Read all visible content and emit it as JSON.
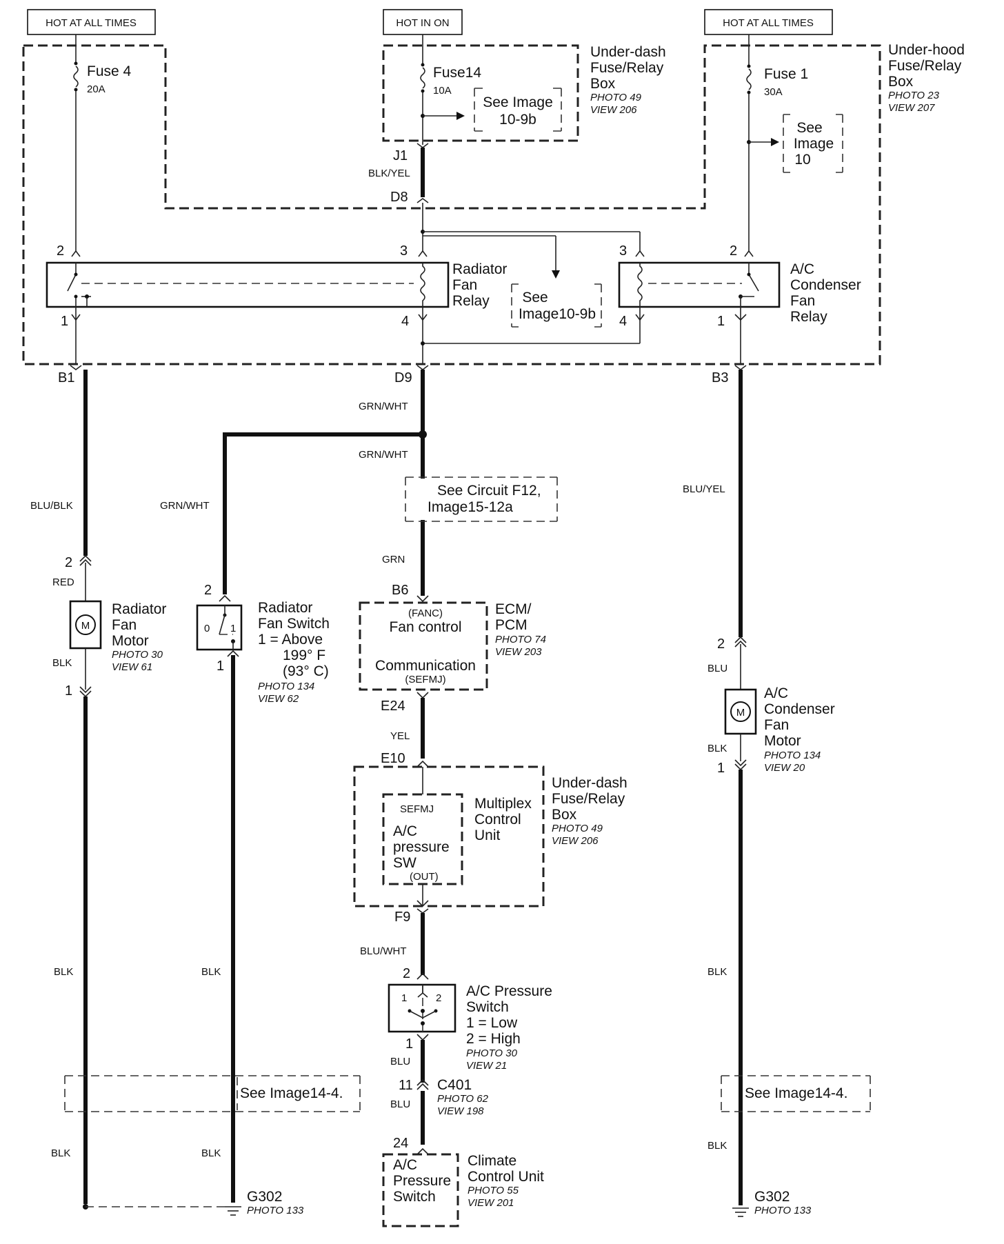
{
  "labels": {
    "hot_left": "HOT AT ALL TIMES",
    "hot_mid": "HOT IN ON",
    "hot_right": "HOT AT ALL TIMES"
  },
  "fuses": {
    "f4_name": "Fuse 4",
    "f4_amp": "20A",
    "f14_name": "Fuse14",
    "f14_amp": "10A",
    "f1_name": "Fuse 1",
    "f1_amp": "30A"
  },
  "boxes": {
    "underdash": [
      "Under-dash",
      "Fuse/Relay",
      "Box"
    ],
    "underdash_photo": "PHOTO 49",
    "underdash_view": "VIEW 206",
    "underhood": [
      "Under-hood",
      "Fuse/Relay",
      "Box"
    ],
    "underhood_photo": "PHOTO 23",
    "underhood_view": "VIEW 207"
  },
  "refs": {
    "see_10_9b_a": [
      "See Image",
      "10-9b"
    ],
    "see_10": [
      "See",
      "Image",
      "10"
    ],
    "see_10_9b_b": [
      "See",
      "Image10-9b"
    ],
    "see_f12": [
      "See Circuit F12,",
      "Image15-12a"
    ],
    "see_14_4_left": "See Image14-4.",
    "see_14_4_right": "See Image14-4."
  },
  "connectors": {
    "j1": "J1",
    "d8": "D8",
    "d9": "D9",
    "b1": "B1",
    "b3": "B3",
    "b6": "B6",
    "e24": "E24",
    "e10": "E10",
    "f9": "F9",
    "c401": "C401"
  },
  "wires": {
    "blk_yel": "BLK/YEL",
    "grn_wht_1": "GRN/WHT",
    "grn_wht_2": "GRN/WHT",
    "grn_wht_3": "GRN/WHT",
    "blu_blk": "BLU/BLK",
    "blu_yel": "BLU/YEL",
    "grn": "GRN",
    "red": "RED",
    "blk_m": "BLK",
    "yel": "YEL",
    "blu_wht": "BLU/WHT",
    "blu_1": "BLU",
    "blu_2": "BLU",
    "blu_m": "BLU",
    "blk_ac": "BLK",
    "blk_l1": "BLK",
    "blk_l2": "BLK",
    "blk_l3": "BLK",
    "blk_l4": "BLK",
    "blk_r1": "BLK",
    "blk_r2": "BLK"
  },
  "relays": {
    "rad": [
      "Radiator",
      "Fan",
      "Relay"
    ],
    "ac": [
      "A/C",
      "Condenser",
      "Fan",
      "Relay"
    ]
  },
  "pins": {
    "rad_2": "2",
    "rad_3": "3",
    "rad_1": "1",
    "rad_4": "4",
    "ac_3": "3",
    "ac_2": "2",
    "ac_4": "4",
    "ac_1": "1",
    "mot_2": "2",
    "mot_1": "1",
    "sw_2": "2",
    "sw_1": "1",
    "acm_2": "2",
    "acm_1": "1",
    "ps_2": "2",
    "ps_1": "1",
    "c401_pin": "11",
    "ccu_pin": "24"
  },
  "components": {
    "rad_motor": [
      "Radiator",
      "Fan",
      "Motor"
    ],
    "rad_motor_photo": "PHOTO 30",
    "rad_motor_view": "VIEW 61",
    "rad_switch": [
      "Radiator",
      "Fan Switch",
      "1 = Above",
      "199° F",
      "(93° C)"
    ],
    "rad_switch_photo": "PHOTO 134",
    "rad_switch_view": "VIEW 62",
    "ecm_name": [
      "ECM/",
      "PCM"
    ],
    "ecm_photo": "PHOTO 74",
    "ecm_view": "VIEW 203",
    "ecm_fanc": "(FANC)",
    "ecm_fan_control": "Fan control",
    "ecm_comm": "Communication",
    "ecm_sefmj": "(SEFMJ)",
    "mpx_sefmj": "SEFMJ",
    "mpx_ac": [
      "A/C",
      "pressure",
      "SW"
    ],
    "mpx_out": "(OUT)",
    "mpx_name": [
      "Multiplex",
      "Control",
      "Unit"
    ],
    "mpx_box": [
      "Under-dash",
      "Fuse/Relay",
      "Box"
    ],
    "mpx_photo": "PHOTO 49",
    "mpx_view": "VIEW 206",
    "ps_name": [
      "A/C Pressure",
      "Switch",
      "1 = Low",
      "2 = High"
    ],
    "ps_photo": "PHOTO 30",
    "ps_view": "VIEW 21",
    "c401_photo": "PHOTO 62",
    "c401_view": "VIEW 198",
    "ccu_inner": [
      "A/C",
      "Pressure",
      "Switch"
    ],
    "ccu_name": [
      "Climate",
      "Control Unit"
    ],
    "ccu_photo": "PHOTO 55",
    "ccu_view": "VIEW 201",
    "acm_name": [
      "A/C",
      "Condenser",
      "Fan",
      "Motor"
    ],
    "acm_photo": "PHOTO 134",
    "acm_view": "VIEW 20",
    "g302_left": "G302",
    "g302_left_photo": "PHOTO 133",
    "g302_right": "G302",
    "g302_right_photo": "PHOTO 133",
    "motor_symbol": "M",
    "sw_pos0": "0",
    "sw_pos1": "1",
    "ps_pos1": "1",
    "ps_pos2": "2"
  }
}
